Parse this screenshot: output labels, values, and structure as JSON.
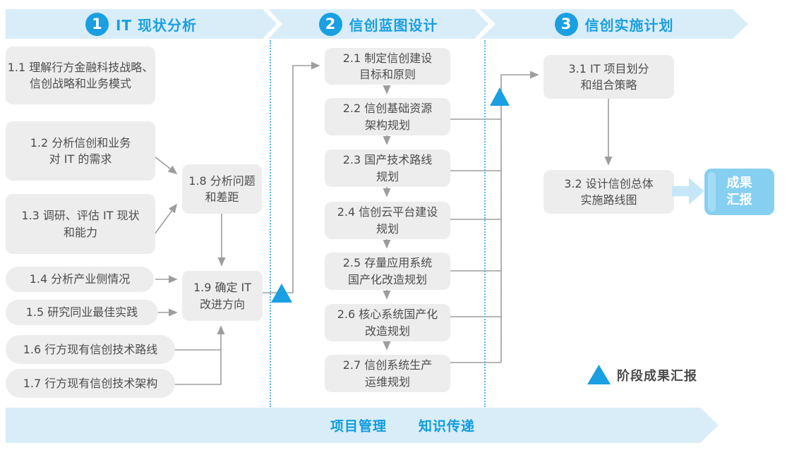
{
  "palette": {
    "band_blue": "#d9edf9",
    "accent_blue": "#1a9fe2",
    "box_gray": "#ededed",
    "text_gray": "#4d4d4d",
    "line_gray": "#9d9d9d",
    "report_blue": "#87cff1",
    "block_arrow_blue": "#c5e7f8"
  },
  "phases": [
    {
      "number": "1",
      "title": "IT 现状分析"
    },
    {
      "number": "2",
      "title": "信创蓝图设计"
    },
    {
      "number": "3",
      "title": "信创实施计划"
    }
  ],
  "steps": {
    "s1_1": "1.1 理解行方金融科技战略、\n信创战略和业务模式",
    "s1_2": "1.2 分析信创和业务\n对 IT 的需求",
    "s1_3": "1.3 调研、评估 IT 现状\n和能力",
    "s1_4": "1.4 分析产业侧情况",
    "s1_5": "1.5 研究同业最佳实践",
    "s1_6": "1.6 行方现有信创技术路线",
    "s1_7": "1.7 行方现有信创技术架构",
    "s1_8": "1.8 分析问题\n和差距",
    "s1_9": "1.9 确定 IT\n改进方向",
    "s2_1": "2.1 制定信创建设\n目标和原则",
    "s2_2": "2.2 信创基础资源\n架构规划",
    "s2_3": "2.3 国产技术路线\n规划",
    "s2_4": "2.4 信创云平台建设\n规划",
    "s2_5": "2.5 存量应用系统\n国产化改造规划",
    "s2_6": "2.6 核心系统国产化\n改造规划",
    "s2_7": "2.7 信创系统生产\n运维规划",
    "s3_1": "3.1 IT 项目划分\n和组合策略",
    "s3_2": "3.2 设计信创总体\n实施路线图"
  },
  "report_box": "成果\n汇报",
  "legend": "阶段成果汇报",
  "footer": {
    "left": "项目管理",
    "right": "知识传递"
  }
}
